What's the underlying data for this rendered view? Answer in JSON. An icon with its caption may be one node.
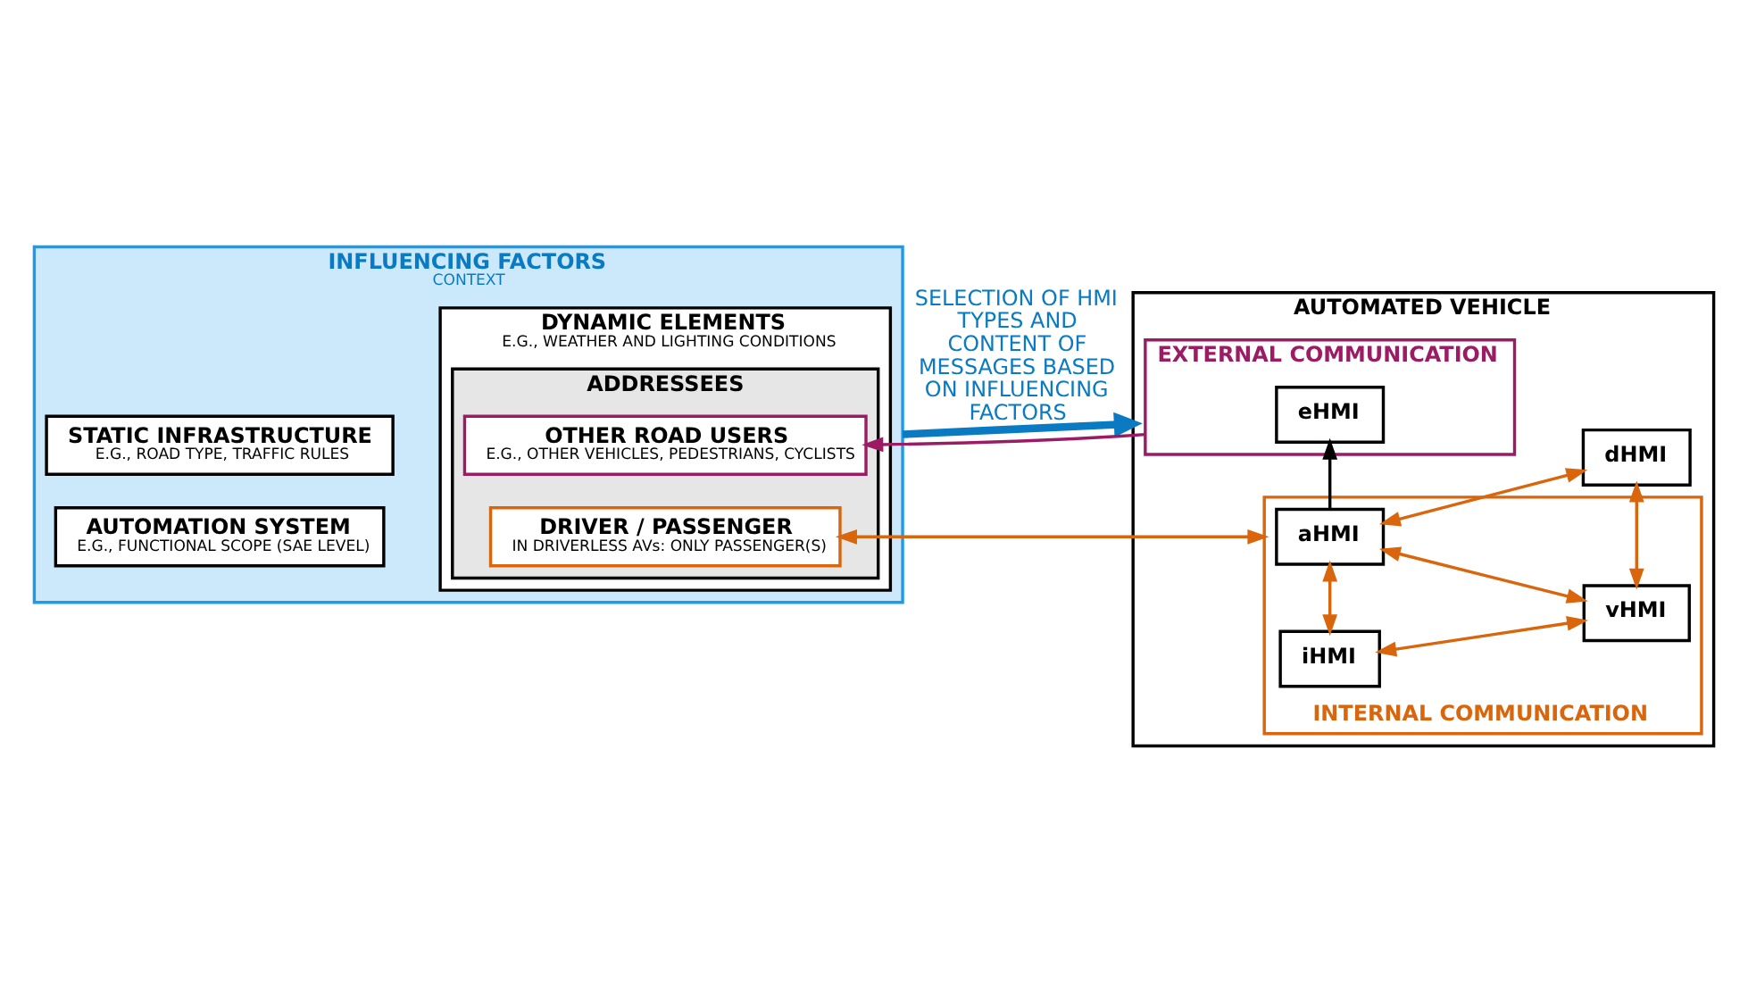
{
  "diagram": {
    "nodes": [
      {
        "text": [
          "INFLUENCING FACTORS",
          "CONTEXT"
        ]
      },
      {
        "text": [
          "STATIC INFRASTRUCTURE",
          "E.G., ROAD TYPE, TRAFFIC RULES"
        ],
        "in": 0
      },
      {
        "text": [
          "AUTOMATION SYSTEM",
          "E.G., FUNCTIONAL SCOPE (SAE LEVEL)"
        ],
        "in": 0
      },
      {
        "text": [
          "DYNAMIC ELEMENTS",
          "E.G., WEATHER AND LIGHTING CONDITIONS"
        ],
        "in": 0
      },
      {
        "text": [
          "ADDRESSEES"
        ],
        "in": 3
      },
      {
        "text": [
          "OTHER ROAD USERS",
          "E.G., OTHER VEHICLES, PEDESTRIANS, CYCLISTS"
        ],
        "in": 4
      },
      {
        "text": [
          "DRIVER / PASSENGER",
          "IN DRIVERLESS AVs: ONLY PASSENGER(S)"
        ],
        "in": 4
      },
      {
        "text": [
          "AUTOMATED VEHICLE"
        ]
      },
      {
        "text": [
          "EXTERNAL COMMUNICATION"
        ],
        "in": 7
      },
      {
        "text": [
          "eHMI"
        ],
        "in": 8
      },
      {
        "text": [
          "INTERNAL COMMUNICATION"
        ],
        "in": 7
      },
      {
        "text": [
          "aHMI"
        ],
        "in": 10
      },
      {
        "text": [
          "iHMI"
        ],
        "in": 10
      },
      {
        "text": [
          "vHMI"
        ],
        "in": 10
      },
      {
        "text": [
          "dHMI"
        ],
        "in": 7
      }
    ],
    "edges": [
      {
        "from": 0,
        "to": 7,
        "arrow": "to",
        "label": "SELECTION OF HMI TYPES AND CONTENT OF MESSAGES BASED ON INFLUENCING FACTORS",
        "style": "thick",
        "color": "#0a7bc2"
      },
      {
        "from": 8,
        "to": 5,
        "arrow": "to",
        "color": "#9b1c64"
      },
      {
        "from": 6,
        "to": 10,
        "arrow": "both"
      },
      {
        "from": 11,
        "to": 9,
        "arrow": "to",
        "color": "#000000"
      },
      {
        "from": 11,
        "to": 14,
        "arrow": "both"
      },
      {
        "from": 11,
        "to": 13,
        "arrow": "both"
      },
      {
        "from": 11,
        "to": 12,
        "arrow": "both"
      },
      {
        "from": 12,
        "to": 13,
        "arrow": "both"
      },
      {
        "from": 14,
        "to": 13,
        "arrow": "both"
      }
    ]
  }
}
